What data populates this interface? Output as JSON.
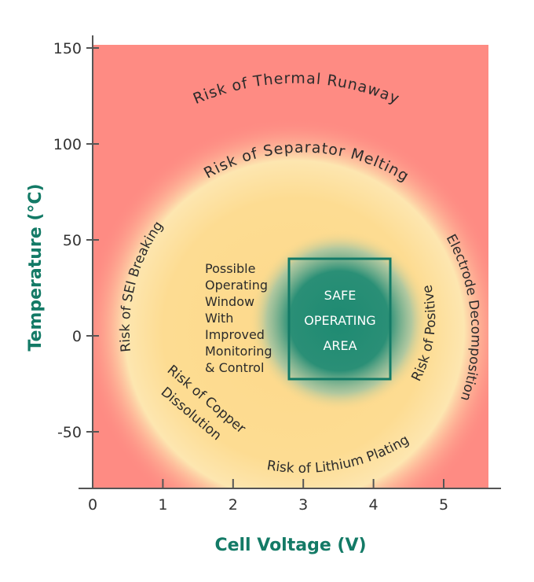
{
  "chart_data": {
    "type": "diagram",
    "xlabel": "Cell Voltage (V)",
    "ylabel": "Temperature (°C)",
    "xlim": [
      0,
      5.6
    ],
    "ylim": [
      -78,
      150
    ],
    "x_ticks": [
      "0",
      "1",
      "2",
      "3",
      "4",
      "5"
    ],
    "y_ticks": [
      "150",
      "100",
      "50",
      "0",
      "-50"
    ],
    "regions": {
      "thermal_runaway": "Risk of Thermal Runaway",
      "separator_melting": "Risk of Separator Melting",
      "sei_breaking": "Risk of SEI Breaking",
      "positive_decomposition_1": "Electrode Decomposition",
      "positive_decomposition_2": "Risk of Positive",
      "lithium_plating": "Risk of Lithium Plating",
      "copper_dissolution_1": "Risk of Copper",
      "copper_dissolution_2": "Dissolution",
      "window": [
        "Possible",
        "Operating",
        "Window",
        "With",
        "Improved",
        "Monitoring",
        "& Control"
      ],
      "safe": [
        "SAFE",
        "OPERATING",
        "AREA"
      ]
    },
    "safe_area": {
      "voltage": [
        2.8,
        4.25
      ],
      "temperature": [
        -22,
        40
      ]
    },
    "colors": {
      "danger": "#fe8b83",
      "caution": "#fdd98b",
      "safe": "#1e8a72",
      "accent": "#137a66"
    }
  }
}
